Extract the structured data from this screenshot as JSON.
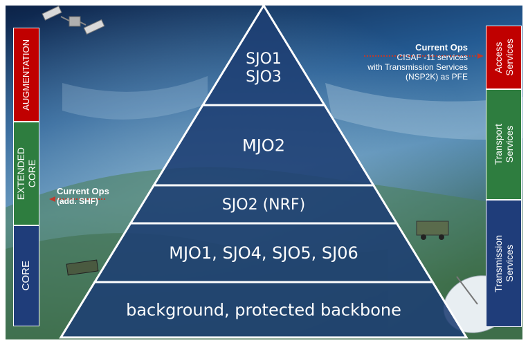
{
  "left_column": [
    {
      "label": "AUGMENTATION",
      "color": "#c00000"
    },
    {
      "label_line1": "EXTENDED",
      "label_line2": "CORE",
      "color": "#2e7d3f"
    },
    {
      "label": "CORE",
      "color": "#1f3d7a"
    }
  ],
  "right_column": [
    {
      "label_line1": "Access",
      "label_line2": "Services",
      "color": "#c00000"
    },
    {
      "label_line1": "Transport",
      "label_line2": "Services",
      "color": "#2e7d3f"
    },
    {
      "label_line1": "Transmission",
      "label_line2": "Services",
      "color": "#1f3d7a"
    }
  ],
  "pyramid": {
    "levels": [
      {
        "line1": "SJO1",
        "line2": "SJO3"
      },
      {
        "text": "MJO2"
      },
      {
        "text": "SJO2 (NRF)"
      },
      {
        "text": "MJO1, SJO4, SJO5, SJ06"
      },
      {
        "text": "background, protected backbone"
      }
    ],
    "fill": "#1e3f73"
  },
  "annotations": {
    "right": {
      "title": "Current Ops",
      "line1": "CISAF -11 services",
      "line2": "with Transmission Services",
      "line3": "(NSP2K) as PFE"
    },
    "left": {
      "title": "Current Ops",
      "line1": "(add. SHF)"
    },
    "arrow_color": "#c0392b"
  },
  "colors": {
    "sky_top": "#1a3a6b",
    "sky_mid": "#2b6ea8",
    "earth": "#3f7f4f"
  }
}
